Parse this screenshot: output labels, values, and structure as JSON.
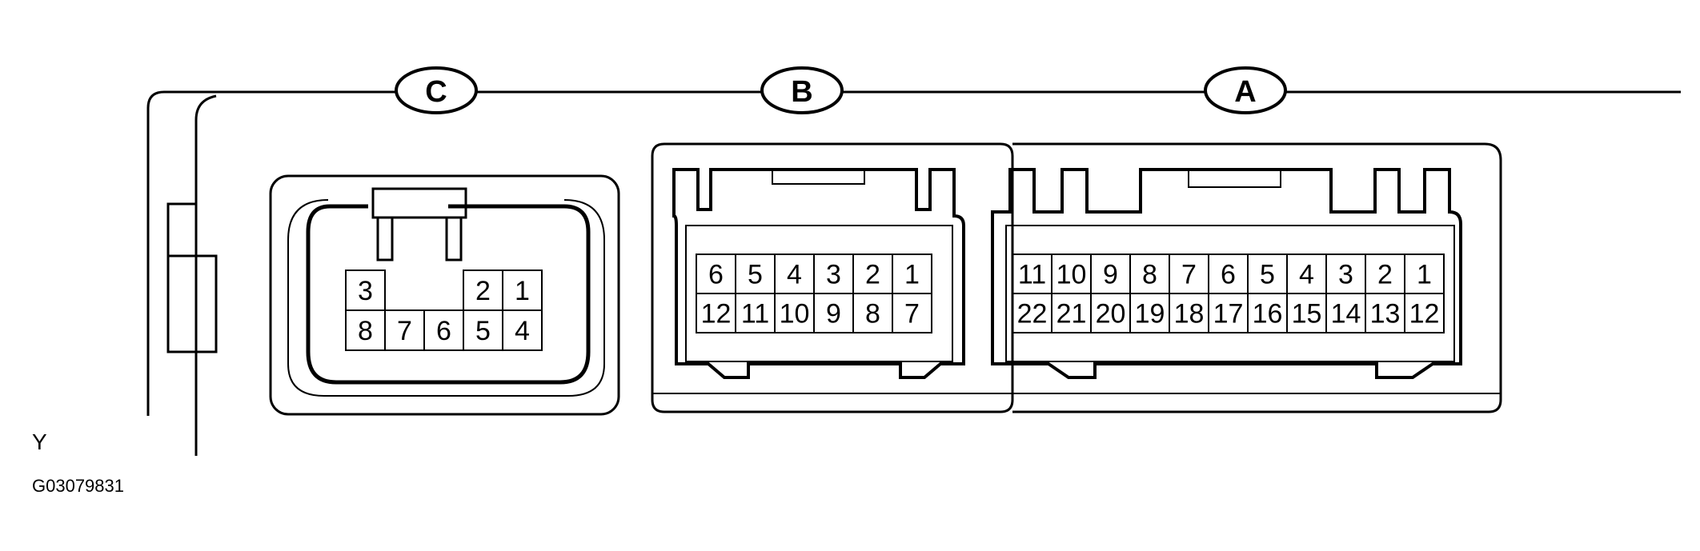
{
  "corner_marker": "Y",
  "figure_code": "G03079831",
  "connectors": {
    "C": {
      "label": "C",
      "top_row": [
        "3",
        "",
        "",
        "2",
        "1"
      ],
      "bottom_row": [
        "8",
        "7",
        "6",
        "5",
        "4"
      ]
    },
    "B": {
      "label": "B",
      "top_row": [
        "6",
        "5",
        "4",
        "3",
        "2",
        "1"
      ],
      "bottom_row": [
        "12",
        "11",
        "10",
        "9",
        "8",
        "7"
      ]
    },
    "A": {
      "label": "A",
      "top_row": [
        "11",
        "10",
        "9",
        "8",
        "7",
        "6",
        "5",
        "4",
        "3",
        "2",
        "1"
      ],
      "bottom_row": [
        "22",
        "21",
        "20",
        "19",
        "18",
        "17",
        "16",
        "15",
        "14",
        "13",
        "12"
      ]
    }
  }
}
